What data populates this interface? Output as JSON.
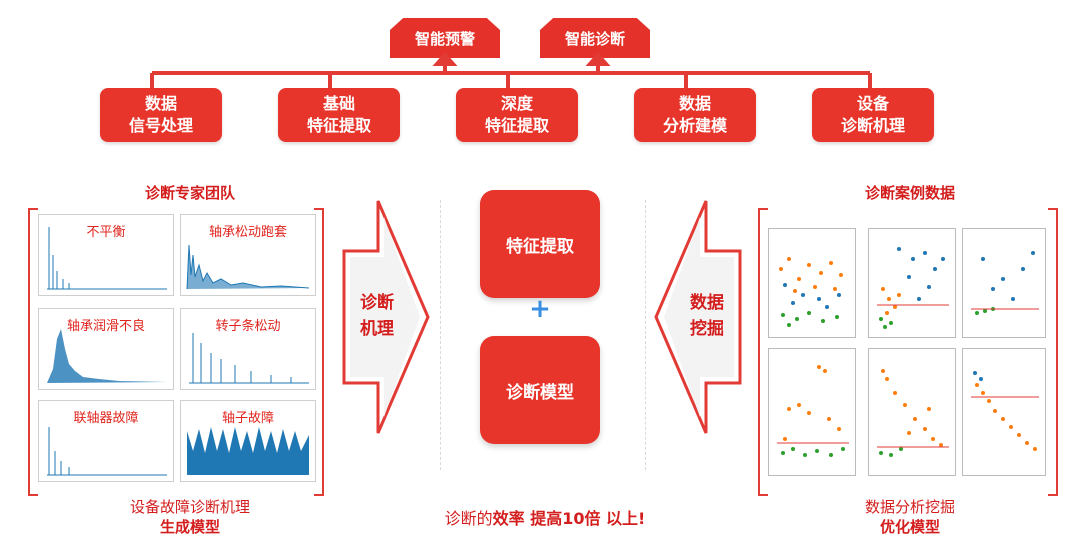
{
  "top_outputs": [
    "智能预警",
    "智能诊断"
  ],
  "methods": [
    {
      "line1": "数据",
      "line2": "信号处理"
    },
    {
      "line1": "基础",
      "line2": "特征提取"
    },
    {
      "line1": "深度",
      "line2": "特征提取"
    },
    {
      "line1": "数据",
      "line2": "分析建模"
    },
    {
      "line1": "设备",
      "line2": "诊断机理"
    }
  ],
  "left_panel": {
    "title": "诊断专家团队",
    "faults": [
      "不平衡",
      "轴承松动跑套",
      "轴承润滑不良",
      "转子条松动",
      "联轴器故障",
      "轴子故障"
    ],
    "caption_line1": "设备故障诊断机理",
    "caption_line2": "生成模型"
  },
  "left_arrow": {
    "line1": "诊断",
    "line2": "机理"
  },
  "center": {
    "box_top": "特征提取",
    "plus": "+",
    "box_bottom": "诊断模型"
  },
  "right_arrow": {
    "line1": "数据",
    "line2": "挖掘"
  },
  "right_panel": {
    "title": "诊断案例数据",
    "caption_line1": "数据分析挖掘",
    "caption_line2": "优化模型"
  },
  "bottom_slogan": {
    "part1": "诊断的",
    "part2": "效率 提高10倍 以上!"
  },
  "colors": {
    "brand_red": "#e8352b",
    "plot_blue": "#1f77b4",
    "plot_orange": "#ff7f0e",
    "plot_green": "#2ca02c"
  }
}
